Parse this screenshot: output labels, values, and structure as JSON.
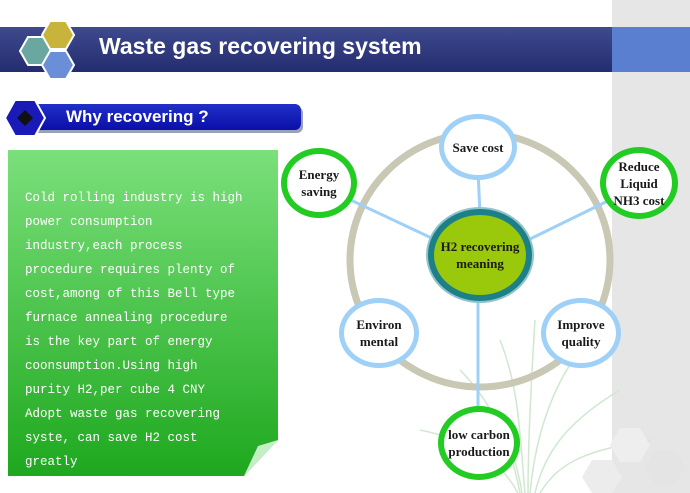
{
  "header": {
    "title": "Waste gas recovering system"
  },
  "section": {
    "title": "Why recovering ?"
  },
  "panel": {
    "lines": [
      "Cold rolling industry is high",
      "power consumption",
      "industry,each process",
      "procedure requires plenty of",
      "cost,among of this Bell type",
      "furnace annealing procedure",
      "is the key part of energy",
      "coonsumption.Using high",
      "purity H2,per cube 4 CNY",
      "Adopt waste gas recovering",
      "syste, can save H2 cost",
      "greatly"
    ]
  },
  "diagram": {
    "center": {
      "line1": "H2 recovering",
      "line2": "meaning"
    },
    "save_cost": "Save cost",
    "energy": {
      "line1": "Energy",
      "line2": "saving"
    },
    "reduce": {
      "line1": "Reduce",
      "line2": "Liquid",
      "line3": "NH3 cost"
    },
    "environ": {
      "line1": "Environ",
      "line2": "mental"
    },
    "improve": {
      "line1": "Improve",
      "line2": "quality"
    },
    "low_carbon": {
      "line1": "low carbon",
      "line2": "production"
    }
  },
  "colors": {
    "header": "#2b3478",
    "section_bar": "#1020c0",
    "panel_green": "#3cc83c",
    "ring": "#c8c8b4",
    "center_fill": "#9ac80a",
    "center_border": "#1d7f88",
    "node_green_border": "#22cc22",
    "node_blue_border": "#9ed0f8"
  }
}
